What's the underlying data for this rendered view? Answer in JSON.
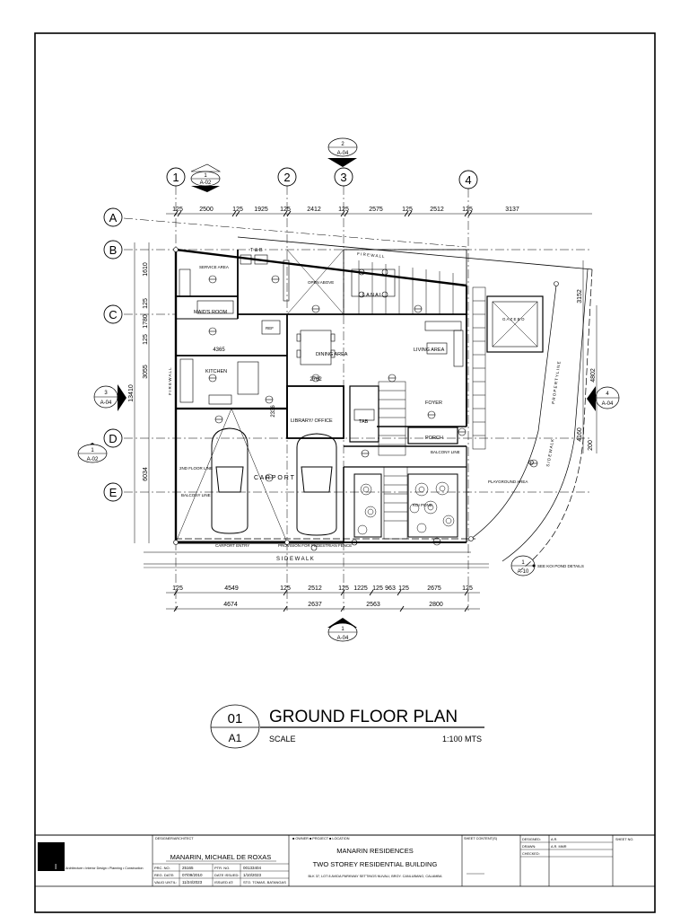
{
  "plan": {
    "drawing_no": "01",
    "sheet_ref": "A1",
    "title": "GROUND FLOOR PLAN",
    "scale_label": "SCALE",
    "scale_value": "1:100 MTS"
  },
  "grid": {
    "columns": [
      "1",
      "2",
      "3",
      "4"
    ],
    "rows": [
      "A",
      "B",
      "C",
      "D",
      "E"
    ]
  },
  "section_markers": {
    "top_1": {
      "num": "1",
      "ref": "A-02"
    },
    "top_2": {
      "num": "2",
      "ref": "A-04"
    },
    "left_3": {
      "num": "3",
      "ref": "A-04"
    },
    "left_1": {
      "num": "1",
      "ref": "A-02"
    },
    "right_4": {
      "num": "4",
      "ref": "A-04"
    },
    "bottom_1": {
      "num": "1",
      "ref": "A-04"
    },
    "koi": {
      "num": "1",
      "ref": "A-10",
      "note": "SEE KOI POND DETAILS"
    }
  },
  "dimensions": {
    "top": [
      "125",
      "2500",
      "125",
      "1925",
      "125",
      "2412",
      "125",
      "2575",
      "125",
      "2512",
      "125",
      "3137"
    ],
    "bottom_row1": [
      "125",
      "4549",
      "125",
      "2512",
      "125",
      "1225",
      "125",
      "963",
      "125",
      "2675",
      "125"
    ],
    "bottom_row2": [
      "4674",
      "2637",
      "2563",
      "2800"
    ],
    "left": [
      "1610",
      "125",
      "1780",
      "125",
      "3055",
      "13410",
      "6034"
    ],
    "interior": [
      "4365",
      "2762",
      "2336"
    ],
    "right": [
      "3152",
      "4802",
      "4160",
      "200"
    ]
  },
  "rooms": {
    "t_and_b": "T & B",
    "service_area": "SERVICE AREA",
    "maids_room": "MAID'S ROOM",
    "kitchen": "KITCHEN",
    "dining_area": "DINING AREA",
    "living_area": "LIVING AREA",
    "lanai": "L A N A I",
    "foyer": "FOYER",
    "porch": "PORCH",
    "library_office": "LIBRARY/ OFFICE",
    "tab": "TAB",
    "carport": "C A R P O R T",
    "playground": "PLAYGROUND AREA",
    "gazebo": "G A Z E B O",
    "koi_pond": "KOI POND",
    "carport_entry": "CARPORT ENTRY",
    "pedestrian_gate": "PROVISION FOR PEDESTRIAN FENCE",
    "sidewalk_bottom": "S I D E W A L K",
    "sidewalk_right": "S I D E W A L K",
    "firewall_top": "F I R E W A L L",
    "firewall_left": "F I R E W A L L",
    "propertyline": "P R O P E R T Y L I N E",
    "open_above": "OPEN ABOVE",
    "balcony_line": "BALCONY LINE",
    "balcony_line_2": "2ND FLOOR LINE",
    "balcony_line_3": "BALCONY LINE",
    "ref": "REF"
  },
  "titleblock": {
    "designer_label": "DESIGNER/ARCHITECT",
    "designer_name": "MANARIN, MICHAEL DE ROXAS",
    "prc_no_label": "PRC. NO.",
    "prc_no": "25165",
    "ptr_no_label": "PTR. NO.",
    "ptr_no": "00133404",
    "reg_date_label": "REG. DATE:",
    "reg_date": "07/09/2010",
    "date_issued_label": "DATE ISSUED:",
    "date_issued": "1/10/2023",
    "valid_until_label": "VALID UNTIL:",
    "valid_until": "11/24/2023",
    "issued_at_label": "ISSUED AT:",
    "issued_at": "STO. TOMAS, BATANGAS",
    "owner_header": "■ OWNER ■ PROJECT ■ LOCATION",
    "owner": "MANARIN RESIDENCES",
    "project": "TWO STOREY RESIDENTIAL BUILDING",
    "location": "BLK 37, LOT 8 AVIDA PARKWAY SETTINGS NUVALI, BRGY. CANLUBANG, CALAMBA",
    "sheet_contents_label": "SHEET CONTENT(S)",
    "designed_label": "DESIGNED:",
    "designed_value": "A.R.",
    "drawn_label": "DRAWN:",
    "drawn_value": "A.R. MMR",
    "checked_label": "CHECKED:",
    "sheet_no_label": "SHEET NO.",
    "logo_tagline": "Architecture • Interior Design • Planning • Construction",
    "logo_letter": "I"
  }
}
